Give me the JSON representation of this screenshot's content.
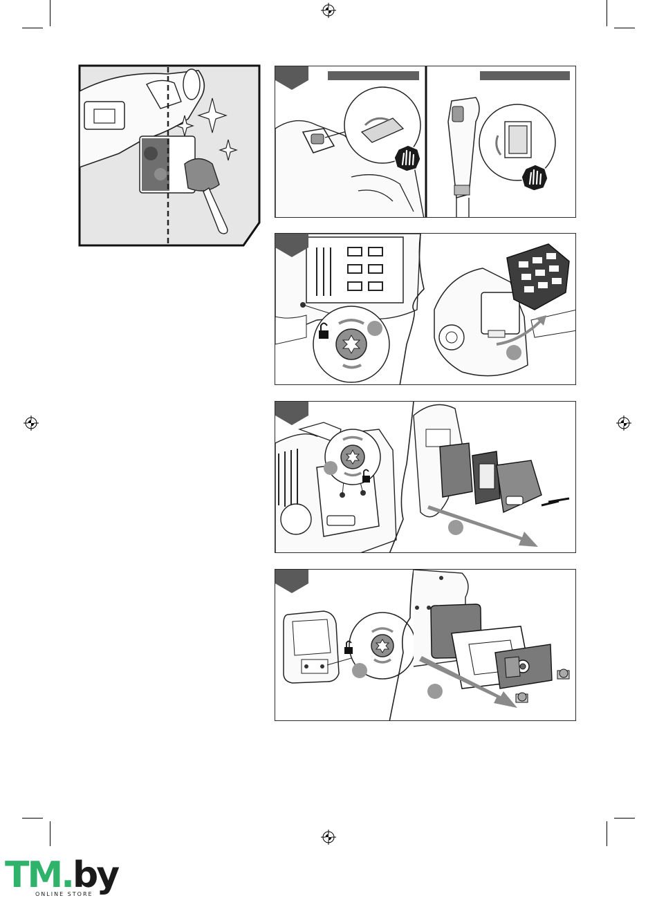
{
  "page": {
    "title": "",
    "background": "#ffffff"
  },
  "colors": {
    "step_flag": "#5a5a5a",
    "header_bar": "#606060",
    "callout_marker": "#9a9a9a",
    "arrow": "#8a8a8a",
    "line": "#2a2a2a",
    "clean_panel_bg": "#e8e8e8"
  },
  "figures": [
    {
      "id": "clean-muffler",
      "description_icons": [
        "sparkle-icon",
        "brush-icon"
      ]
    },
    {
      "id": "step-1",
      "sub_panels": [
        "stop-switch-a",
        "stop-switch-b"
      ],
      "icons": [
        "stop-hand-icon",
        "rotate-arrow-icon"
      ]
    },
    {
      "id": "step-2",
      "icons": [
        "unlock-icon",
        "torx-screw-icon",
        "rotate-arrow-icon"
      ]
    },
    {
      "id": "step-3",
      "icons": [
        "unlock-icon",
        "torx-screw-icon",
        "direction-arrow-icon"
      ]
    },
    {
      "id": "step-4",
      "icons": [
        "unlock-icon",
        "torx-screw-icon",
        "direction-arrow-icon"
      ]
    }
  ],
  "logo": {
    "part1": "TM",
    "dot": ".",
    "part2": "by",
    "tagline": "ONLINE STORE",
    "brand_color": "#2fb36b"
  }
}
